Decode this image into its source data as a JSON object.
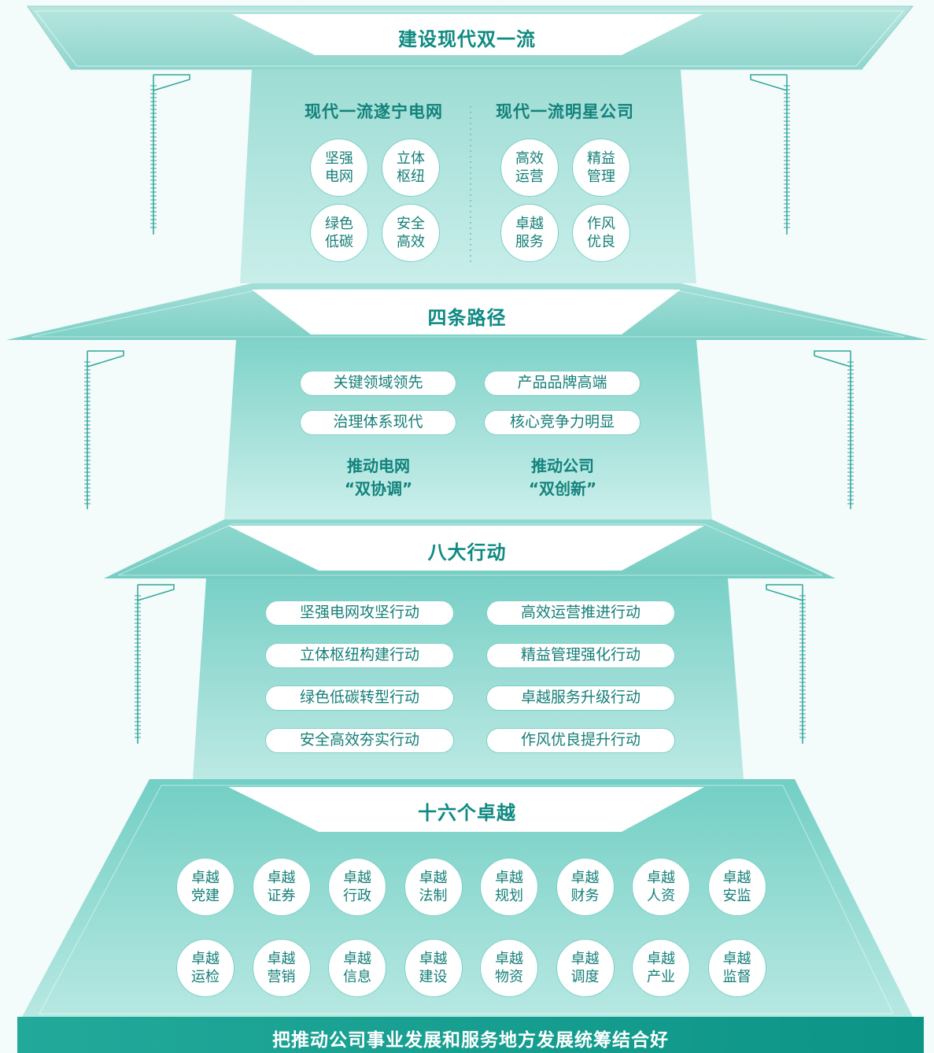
{
  "tiers": {
    "t1": {
      "title": "建设现代双一流",
      "left_heading": "现代一流遂宁电网",
      "right_heading": "现代一流明星公司",
      "left_items": [
        [
          "坚强",
          "电网"
        ],
        [
          "立体",
          "枢纽"
        ],
        [
          "绿色",
          "低碳"
        ],
        [
          "安全",
          "高效"
        ]
      ],
      "right_items": [
        [
          "高效",
          "运营"
        ],
        [
          "精益",
          "管理"
        ],
        [
          "卓越",
          "服务"
        ],
        [
          "作风",
          "优良"
        ]
      ]
    },
    "t2": {
      "title": "四条路径",
      "pills": [
        "关键领域领先",
        "产品品牌高端",
        "治理体系现代",
        "核心竞争力明显"
      ],
      "left_push": [
        "推动电网",
        "“双协调”"
      ],
      "right_push": [
        "推动公司",
        "“双创新”"
      ]
    },
    "t3": {
      "title": "八大行动",
      "left_pills": [
        "坚强电网攻坚行动",
        "立体枢纽构建行动",
        "绿色低碳转型行动",
        "安全高效夯实行动"
      ],
      "right_pills": [
        "高效运营推进行动",
        "精益管理强化行动",
        "卓越服务升级行动",
        "作风优良提升行动"
      ]
    },
    "t4": {
      "title": "十六个卓越",
      "row1": [
        [
          "卓越",
          "党建"
        ],
        [
          "卓越",
          "证券"
        ],
        [
          "卓越",
          "行政"
        ],
        [
          "卓越",
          "法制"
        ],
        [
          "卓越",
          "规划"
        ],
        [
          "卓越",
          "财务"
        ],
        [
          "卓越",
          "人资"
        ],
        [
          "卓越",
          "安监"
        ]
      ],
      "row2": [
        [
          "卓越",
          "运检"
        ],
        [
          "卓越",
          "营销"
        ],
        [
          "卓越",
          "信息"
        ],
        [
          "卓越",
          "建设"
        ],
        [
          "卓越",
          "物资"
        ],
        [
          "卓越",
          "调度"
        ],
        [
          "卓越",
          "产业"
        ],
        [
          "卓越",
          "监督"
        ]
      ]
    }
  },
  "footer": "把推动公司事业发展和服务地方发展统筹结合好",
  "colors": {
    "teal_dark": "#0e8a82",
    "teal_light": "#a9e0da",
    "teal_mid": "#6fcdc3",
    "footer": "#17a092",
    "text": "#147f78"
  }
}
